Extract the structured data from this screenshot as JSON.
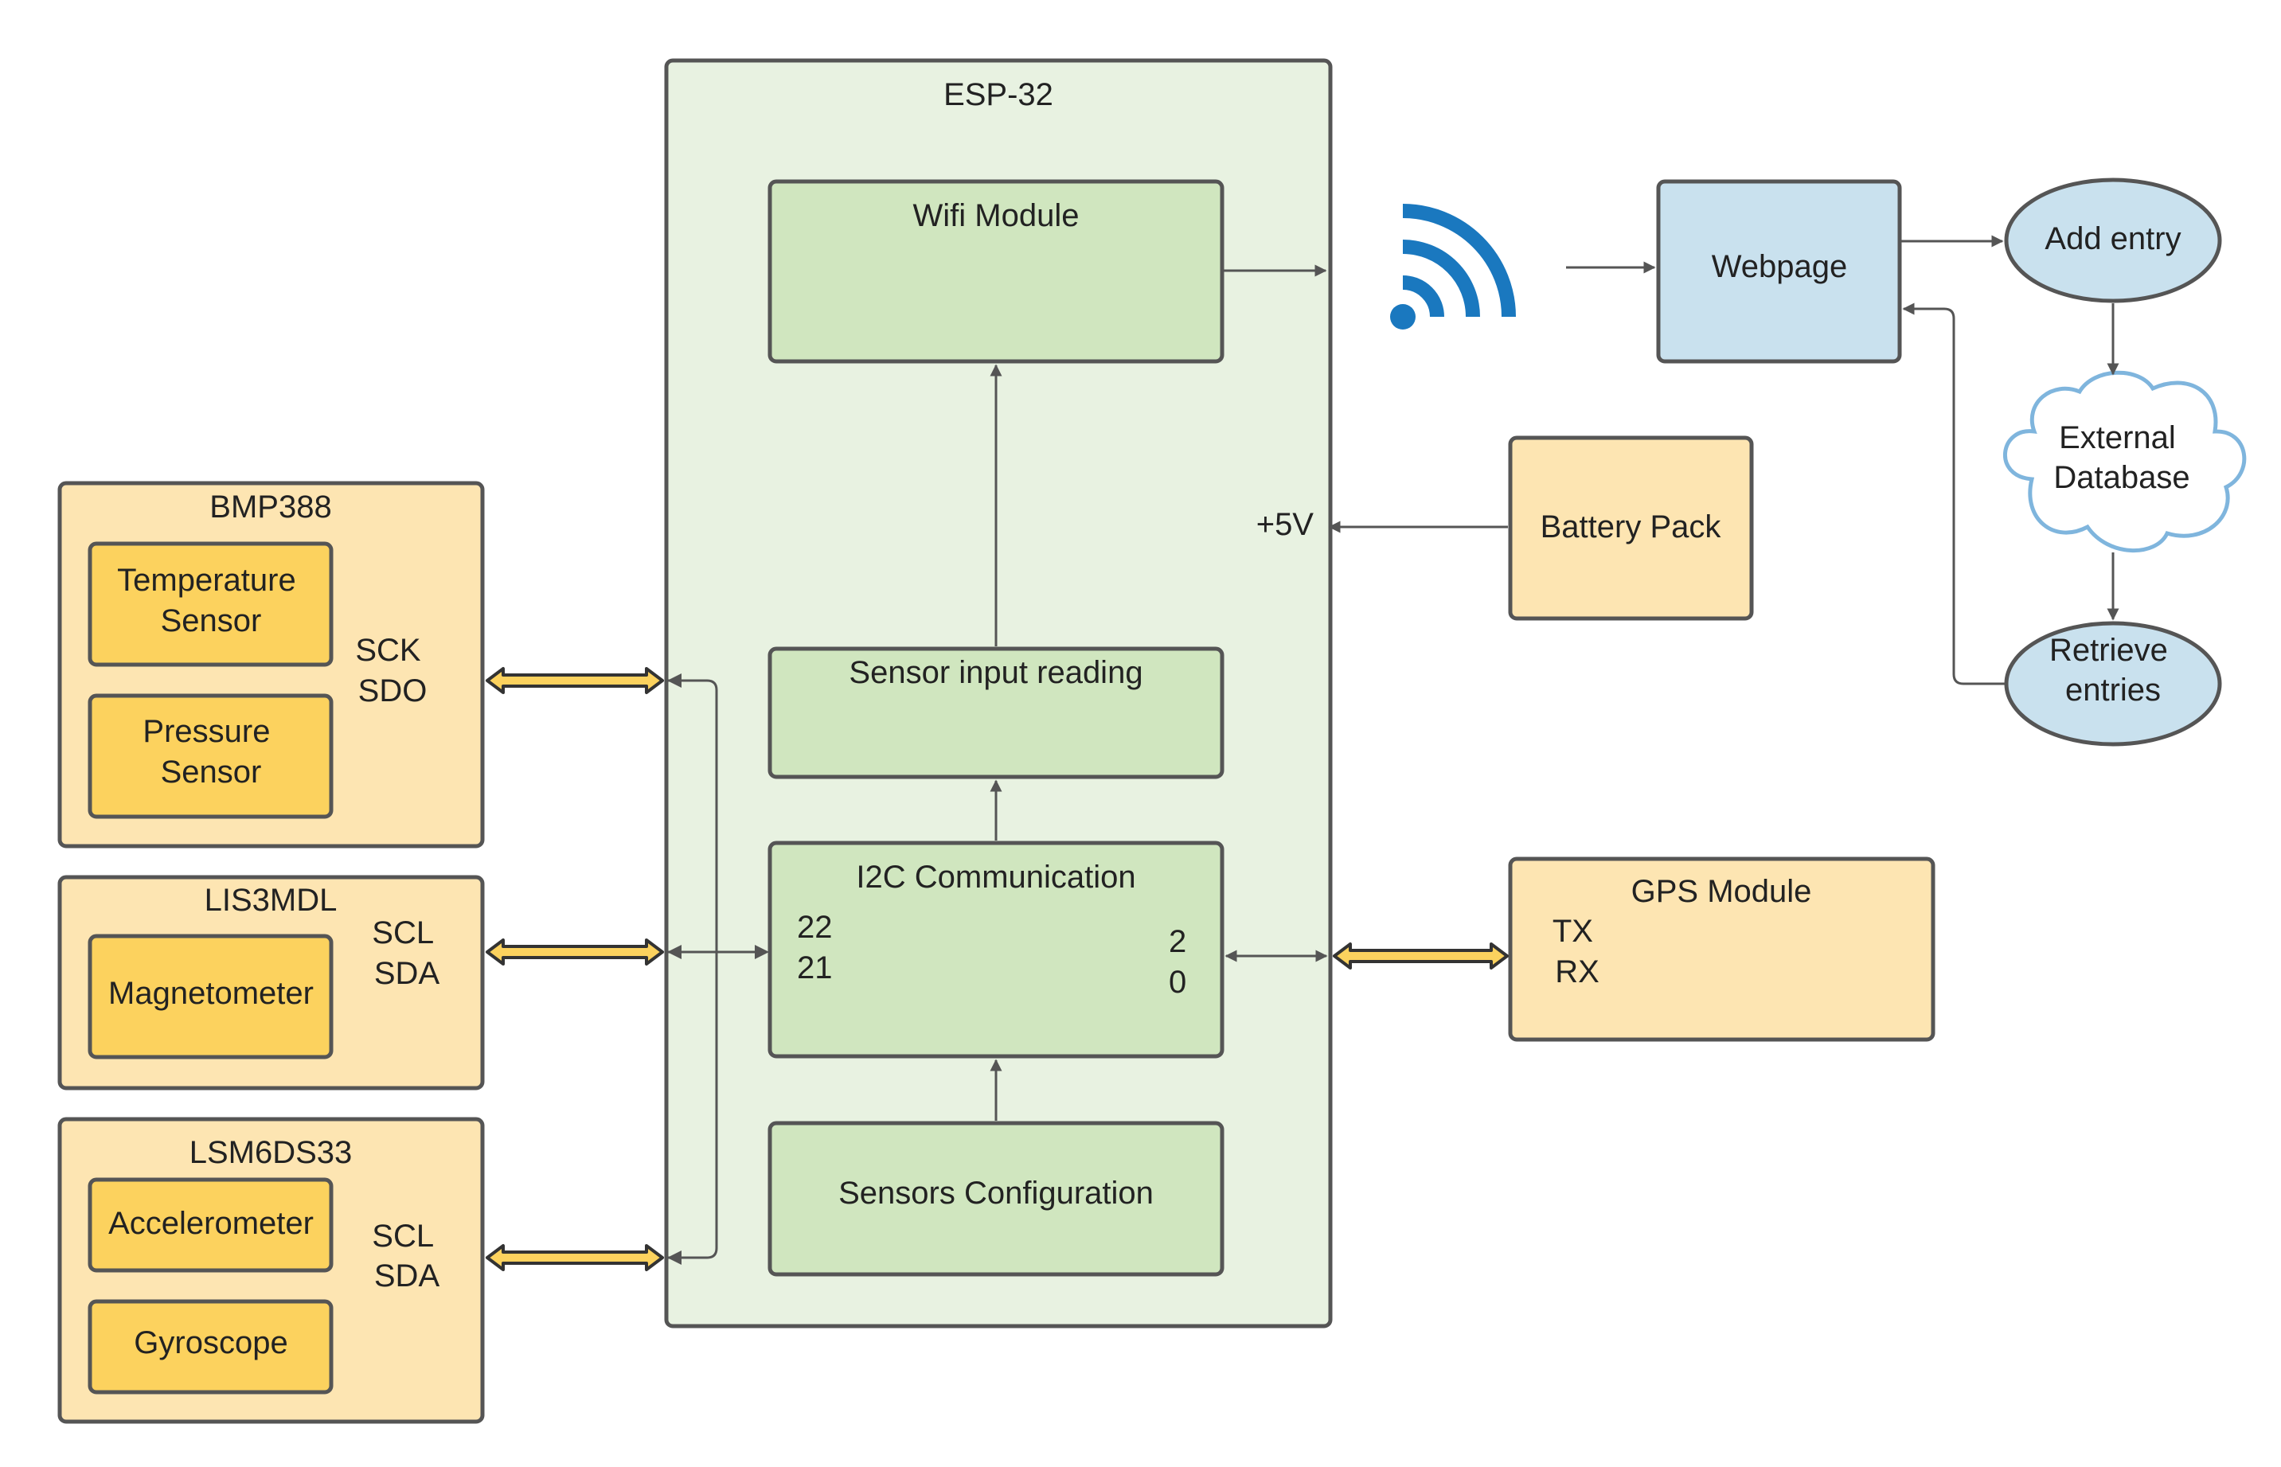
{
  "colors": {
    "esp_fill": "#e8f2e1",
    "inner_fill": "#d0e6bf",
    "sensor_group_fill": "#fde5b2",
    "sensor_fill": "#fcd25e",
    "web_fill": "#c9e1ee",
    "cloud_stroke": "#7fb5dd",
    "wifi_blue": "#1a78bf",
    "bus_fill": "#fcd25e",
    "stroke": "#555555",
    "arrow": "#555555"
  },
  "esp32": {
    "title": "ESP-32",
    "power_label": "+5V",
    "wifi_module": "Wifi Module",
    "sensor_input": "Sensor input reading",
    "i2c": {
      "title": "I2C Communication",
      "pins_left": [
        "22",
        "21"
      ],
      "pins_right": [
        "2",
        "0"
      ]
    },
    "sensors_config": "Sensors Configuration"
  },
  "bmp388": {
    "title": "BMP388",
    "sensors": [
      [
        "Temperature",
        "Sensor"
      ],
      [
        "Pressure",
        "Sensor"
      ]
    ],
    "pins": [
      "SCK",
      "SDO"
    ]
  },
  "lis3mdl": {
    "title": "LIS3MDL",
    "sensors": [
      [
        "Magnetometer"
      ]
    ],
    "pins": [
      "SCL",
      "SDA"
    ]
  },
  "lsm6ds33": {
    "title": "LSM6DS33",
    "sensors": [
      [
        "Accelerometer"
      ],
      [
        "Gyroscope"
      ]
    ],
    "pins": [
      "SCL",
      "SDA"
    ]
  },
  "battery": {
    "label": "Battery Pack"
  },
  "gps": {
    "title": "GPS Module",
    "pins": [
      "TX",
      "RX"
    ]
  },
  "webpage": {
    "label": "Webpage"
  },
  "add_entry": {
    "label": "Add entry"
  },
  "database": {
    "lines": [
      "External",
      "Database"
    ]
  },
  "retrieve": {
    "lines": [
      "Retrieve",
      "entries"
    ]
  },
  "wifi_icon": "wifi-icon"
}
